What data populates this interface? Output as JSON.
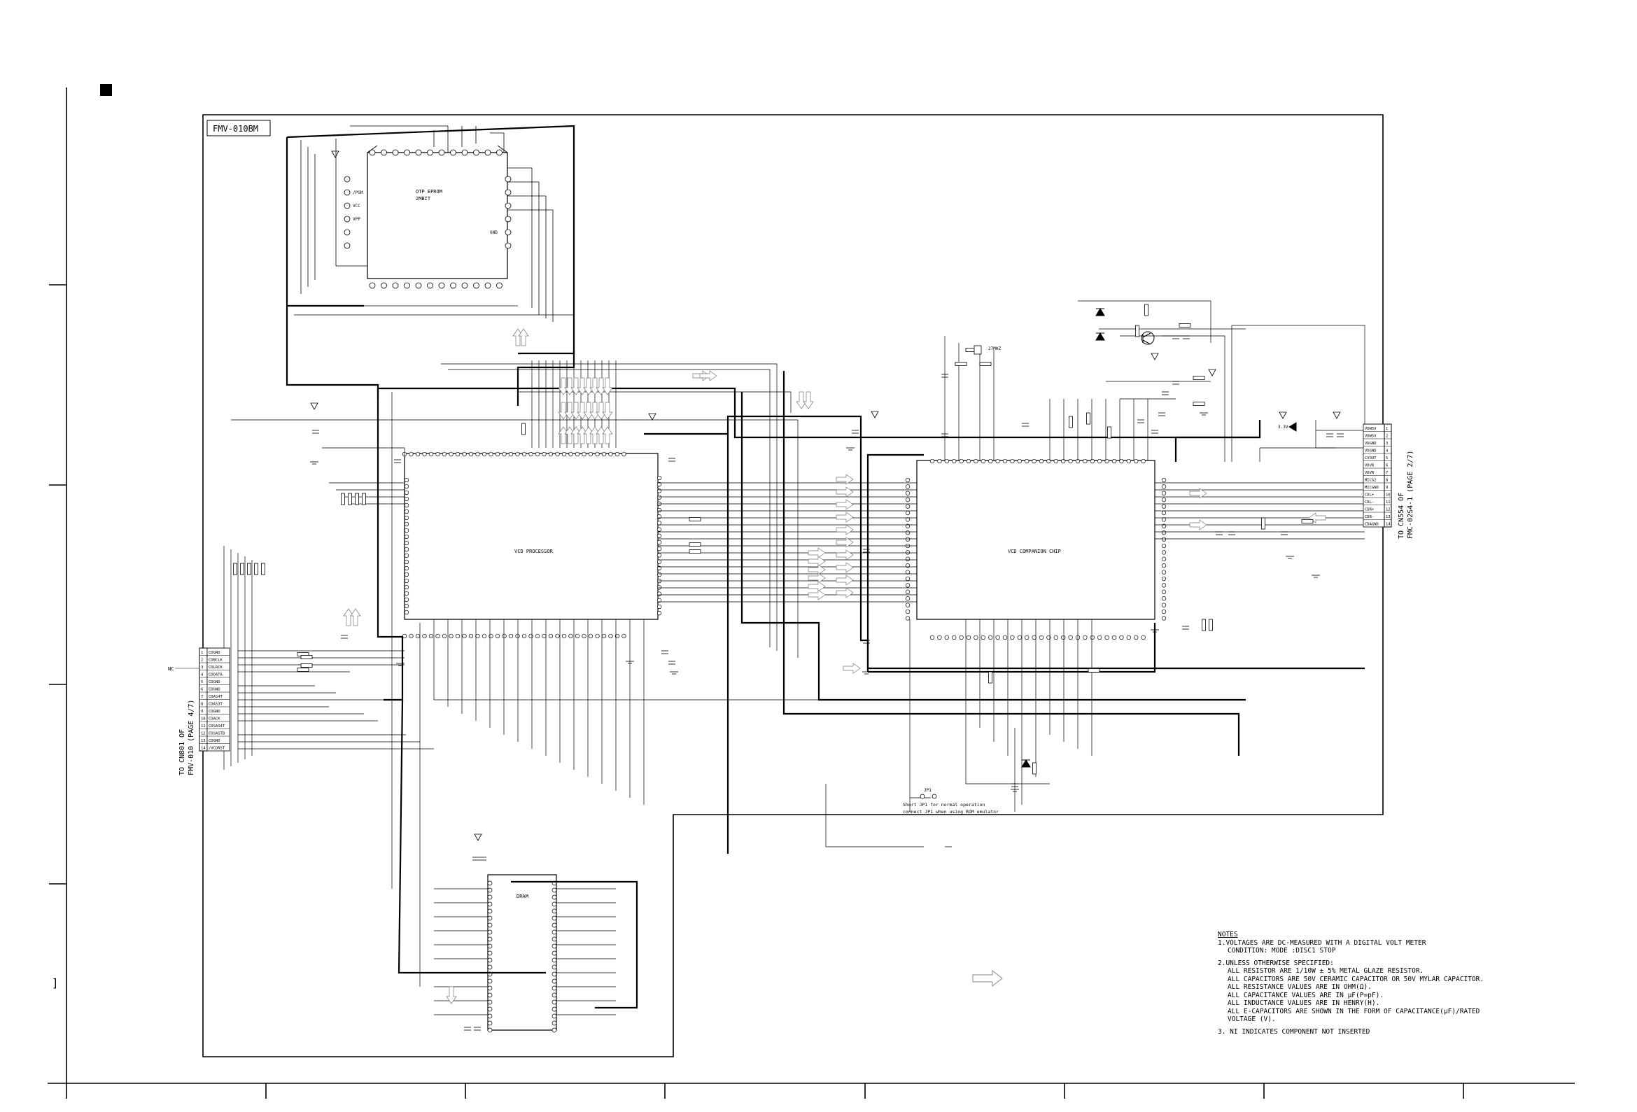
{
  "board": {
    "label": "FMV-010BM"
  },
  "chips": {
    "otp": {
      "line1": "OTP EPROM",
      "line2": "2MBIT",
      "pins": [
        "/PGM",
        "VCC",
        "VPP",
        "GND"
      ]
    },
    "vcd": {
      "name": "VCD PROCESSOR"
    },
    "comp": {
      "name": "VCD COMPANION CHIP"
    },
    "dram": {
      "name": "DRAM"
    }
  },
  "connectors": {
    "left": {
      "note": "NC",
      "caption1": "TO CN801 OF",
      "caption2": "FMV-010 (PAGE 4/7)",
      "pins": [
        "1",
        "2",
        "3",
        "4",
        "5",
        "6",
        "7",
        "8",
        "9",
        "10",
        "11",
        "12",
        "13",
        "14"
      ],
      "signals": [
        "CDGND",
        "CDBCLK",
        "CDLRCK",
        "CDDATA",
        "CDGND",
        "CDGND",
        "CDAS4T",
        "CDAS3T",
        "CDGND",
        "CDACK",
        "CDSAS4T",
        "CDSASTB",
        "CDGND",
        "/VCDRST"
      ]
    },
    "right": {
      "caption1": "TO CN554 OF",
      "caption2": "FMC-02S4-1 (PAGE 2/7)",
      "pins": [
        "1",
        "2",
        "3",
        "4",
        "5",
        "6",
        "7",
        "8",
        "9",
        "10",
        "11",
        "12",
        "13",
        "14"
      ],
      "signals": [
        "VDW5V",
        "VDW5V",
        "VDGND",
        "VDGND",
        "CVOUT",
        "VDVR",
        "VDVR",
        "MICG2",
        "MICGND",
        "CDL+",
        "CDL-",
        "CDR+",
        "CDR-",
        "CDAGND"
      ]
    }
  },
  "labels": {
    "supply": "3.3V",
    "crystal": "27MHZ",
    "jumper": "JP1",
    "jp_note1": "Short JP1 for normal operation",
    "jp_note2": "connect JP1 when using ROM emulator"
  },
  "notes": {
    "title": "NOTES",
    "n1": "1.VOLTAGES ARE DC-MEASURED WITH A DIGITAL VOLT METER",
    "n1b": "CONDITION:  MODE  :DISC1 STOP",
    "n2": "2.UNLESS OTHERWISE SPECIFIED:",
    "n2a": "ALL RESISTOR ARE 1/10W ± 5% METAL GLAZE RESISTOR.",
    "n2b": "ALL CAPACITORS ARE 50V CERAMIC CAPACITOR OR 50V MYLAR CAPACITOR.",
    "n2c": "ALL RESISTANCE VALUES ARE IN OHM(Ω).",
    "n2d": "ALL CAPACITANCE VALUES ARE IN μF(P=pF).",
    "n2e": "ALL INDUCTANCE VALUES ARE IN HENRY(H).",
    "n2f": "ALL E-CAPACITORS ARE SHOWN IN THE FORM OF CAPACITANCE(μF)/RATED VOLTAGE (V).",
    "n3": "3. NI INDICATES COMPONENT NOT INSERTED"
  },
  "frame": {
    "corner_mark": "]"
  }
}
